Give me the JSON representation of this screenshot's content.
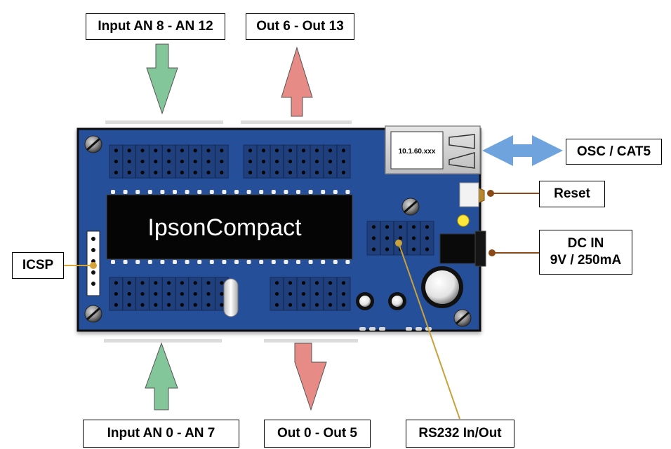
{
  "board": {
    "name": "IpsonCompact",
    "ip_display": "10.1.60.xxx"
  },
  "labels": {
    "input_top": "Input AN 8 - AN 12",
    "out_top": "Out 6 - Out 13",
    "osc": "OSC / CAT5",
    "reset": "Reset",
    "dc_in_line1": "DC IN",
    "dc_in_line2": "9V / 250mA",
    "icsp": "ICSP",
    "input_bottom": "Input AN 0 - AN 7",
    "out_bottom": "Out 0 - Out 5",
    "rs232": "RS232 In/Out"
  },
  "colors": {
    "board": "#27509a",
    "input_arrow": "#82c69a",
    "output_arrow": "#e68b85",
    "network_arrow": "#6fa3de",
    "icsp_leader": "#d4a43a",
    "rs232_leader": "#c9a13a",
    "power_leader": "#8a4a18"
  }
}
